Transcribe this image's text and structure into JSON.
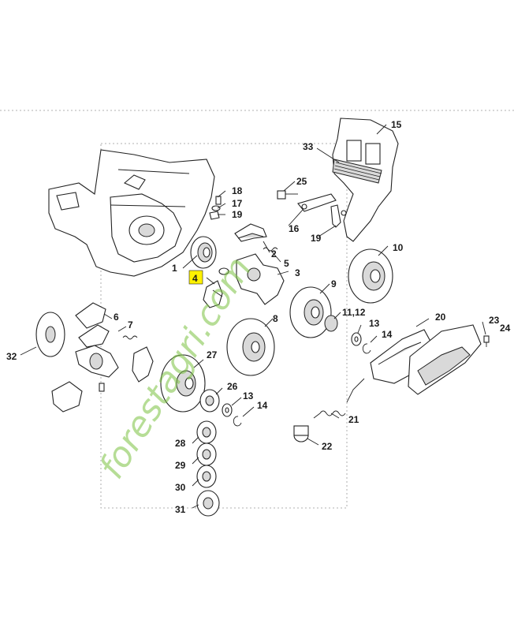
{
  "callouts": {
    "c1": "1",
    "c2": "2",
    "c3": "3",
    "c4": "4",
    "c5": "5",
    "c6": "6",
    "c7": "7",
    "c8": "8",
    "c9": "9",
    "c10": "10",
    "c1112": "11,12",
    "c13a": "13",
    "c14a": "14",
    "c13b": "13",
    "c14b": "14",
    "c15": "15",
    "c16": "16",
    "c17": "17",
    "c18": "18",
    "c19a": "19",
    "c19b": "19",
    "c20": "20",
    "c21": "21",
    "c22": "22",
    "c23": "23",
    "c24": "24",
    "c25": "25",
    "c26": "26",
    "c27": "27",
    "c28": "28",
    "c29": "29",
    "c30": "30",
    "c31": "31",
    "c32": "32",
    "c33": "33"
  },
  "highlighted_part": "4",
  "watermark": "forestagri.com",
  "colors": {
    "highlight": "#fff200",
    "watermark": "#7cc242",
    "line": "#222222"
  }
}
